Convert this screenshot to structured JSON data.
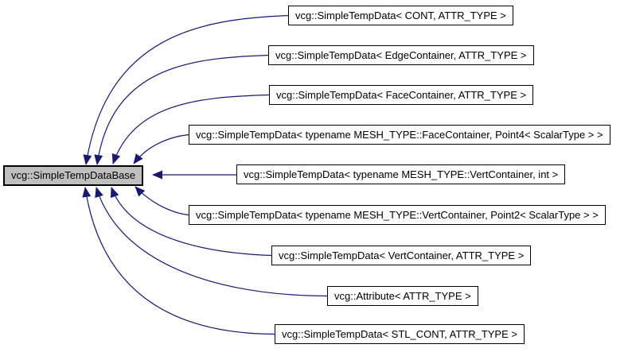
{
  "diagram": {
    "type": "inheritance-graph",
    "base_node": {
      "id": "base",
      "label": "vcg::SimpleTempDataBase"
    },
    "derived_nodes": [
      {
        "id": "n1",
        "label": "vcg::SimpleTempData< CONT, ATTR_TYPE >"
      },
      {
        "id": "n2",
        "label": "vcg::SimpleTempData< EdgeContainer, ATTR_TYPE >"
      },
      {
        "id": "n3",
        "label": "vcg::SimpleTempData< FaceContainer, ATTR_TYPE >"
      },
      {
        "id": "n4",
        "label": "vcg::SimpleTempData< typename MESH_TYPE::FaceContainer, Point4< ScalarType > >"
      },
      {
        "id": "n5",
        "label": "vcg::SimpleTempData< typename MESH_TYPE::VertContainer, int >"
      },
      {
        "id": "n6",
        "label": "vcg::SimpleTempData< typename MESH_TYPE::VertContainer, Point2< ScalarType > >"
      },
      {
        "id": "n7",
        "label": "vcg::SimpleTempData< VertContainer, ATTR_TYPE >"
      },
      {
        "id": "n8",
        "label": "vcg::Attribute< ATTR_TYPE >"
      },
      {
        "id": "n9",
        "label": "vcg::SimpleTempData< STL_CONT, ATTR_TYPE >"
      }
    ],
    "edges": [
      {
        "from": "n1",
        "to": "base"
      },
      {
        "from": "n2",
        "to": "base"
      },
      {
        "from": "n3",
        "to": "base"
      },
      {
        "from": "n4",
        "to": "base"
      },
      {
        "from": "n5",
        "to": "base"
      },
      {
        "from": "n6",
        "to": "base"
      },
      {
        "from": "n7",
        "to": "base"
      },
      {
        "from": "n8",
        "to": "base"
      },
      {
        "from": "n9",
        "to": "base"
      }
    ],
    "colors": {
      "edge": "#191970",
      "node_fill": "#ffffff",
      "node_border": "#000000",
      "base_fill": "#bfbfbf",
      "background": "#ffffff"
    }
  }
}
